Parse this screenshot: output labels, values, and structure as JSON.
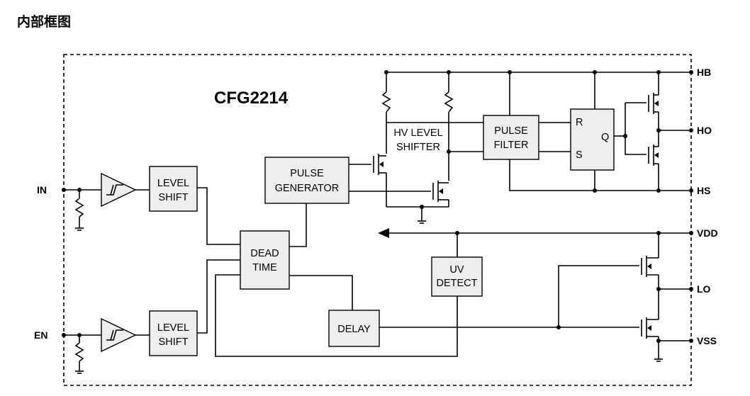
{
  "title": "内部框图",
  "chip_name": "CFG2214",
  "pins": {
    "in": "IN",
    "en": "EN",
    "hb": "HB",
    "ho": "HO",
    "hs": "HS",
    "vdd": "VDD",
    "lo": "LO",
    "vss": "VSS"
  },
  "blocks": {
    "level_shift_in": [
      "LEVEL",
      "SHIFT"
    ],
    "level_shift_en": [
      "LEVEL",
      "SHIFT"
    ],
    "pulse_generator": [
      "PULSE",
      "GENERATOR"
    ],
    "hv_level_shifter": [
      "HV LEVEL",
      "SHIFTER"
    ],
    "pulse_filter": [
      "PULSE",
      "FILTER"
    ],
    "dead_time": [
      "DEAD",
      "TIME"
    ],
    "uv_detect": [
      "UV",
      "DETECT"
    ],
    "delay": "DELAY",
    "rs_latch": {
      "r": "R",
      "s": "S",
      "q": "Q"
    }
  }
}
